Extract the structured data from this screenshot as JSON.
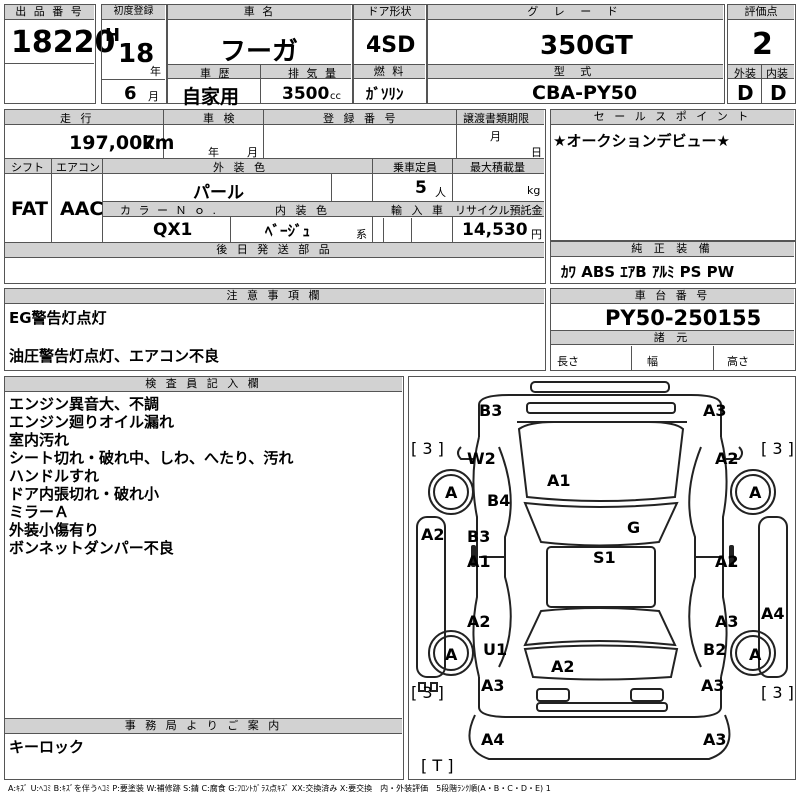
{
  "header": {
    "lot_label": "出 品 番 号",
    "lot_value": "18220",
    "first_reg_label": "初度登録",
    "era": "H",
    "year": "18",
    "year_unit": "年",
    "month": "6",
    "month_unit": "月",
    "name_label": "車 名",
    "name_value": "フーガ",
    "history_label": "車 歴",
    "history_value": "自家用",
    "displacement_label": "排 気 量",
    "displacement_value": "3500",
    "displacement_unit": "cc",
    "doors_label": "ドア形状",
    "doors_value": "4SD",
    "fuel_label": "燃 料",
    "fuel_value": "ｶﾞｿﾘﾝ",
    "grade_label": "グ レ ー ド",
    "grade_value": "350GT",
    "model_label": "型 式",
    "model_value": "CBA-PY50",
    "score_label": "評価点",
    "score_value": "2",
    "ext_label": "外装",
    "ext_value": "D",
    "int_label": "内装",
    "int_value": "D"
  },
  "row2": {
    "mileage_label": "走 行",
    "mileage_value": "197,007",
    "mileage_unit": "km",
    "inspection_label": "車 検",
    "inspection_year_unit": "年",
    "inspection_month_unit": "月",
    "reg_label": "登 録 番 号",
    "transfer_label": "譲渡書類期限",
    "transfer_month_unit": "月",
    "transfer_day_unit": "日",
    "shift_label": "シフト",
    "shift_value": "FAT",
    "ac_label": "エアコン",
    "ac_value": "AAC",
    "color_label": "外 装 色",
    "color_value": "パール",
    "capacity_label": "乗車定員",
    "capacity_value": "5",
    "capacity_unit": "人",
    "load_label": "最大積載量",
    "load_unit": "kg",
    "color_no_label": "カ ラ ー Ｎ ｏ .",
    "color_no_value": "QX1",
    "interior_label": "内 装 色",
    "interior_value": "ﾍﾞｰｼﾞｭ",
    "interior_unit": "系",
    "import_label": "輸 入 車",
    "recycle_label": "リサイクル預託金",
    "recycle_value": "14,530",
    "recycle_unit": "円",
    "later_label": "後 日 発 送 部 品"
  },
  "sales": {
    "label": "セ ー ル ス ポ イ ン ト",
    "text": "★オークションデビュー★"
  },
  "equipment": {
    "label": "純 正 装 備",
    "value": "ｶﾜ ABS ｴｱB ｱﾙﾐ PS PW"
  },
  "notes": {
    "label": "注 意 事 項 欄",
    "line1": "EG警告灯点灯",
    "line2": "油圧警告灯点灯、エアコン不良"
  },
  "chassis": {
    "label": "車 台 番 号",
    "value": "PY50-250155",
    "spec_label": "諸 元",
    "length": "長さ",
    "width": "幅",
    "height": "高さ"
  },
  "inspector": {
    "label": "検 査 員 記 入 欄",
    "lines": [
      "エンジン異音大、不調",
      "エンジン廻りオイル漏れ",
      "室内汚れ",
      "シート切れ・破れ中、しわ、へたり、汚れ",
      "ハンドルすれ",
      "ドア内張切れ・破れ小",
      "ミラーＡ",
      "外装小傷有り",
      "ボンネットダンパー不良"
    ]
  },
  "office": {
    "label": "事 務 局 よ り ご 案 内",
    "text": "キーロック"
  },
  "diagram": {
    "marks": {
      "b3_top": "B3",
      "a3_top": "A3",
      "w2": "W2",
      "a2_fr": "A2",
      "a_fl": "A",
      "a_fr": "A",
      "b4": "B4",
      "a1_hood": "A1",
      "g": "G",
      "a2_left": "A2",
      "b3_left": "B3",
      "a1_left": "A1",
      "s1": "S1",
      "a2_right": "A2",
      "a2_lr": "A2",
      "a3_rr": "A3",
      "a4_right": "A4",
      "a_rl": "A",
      "a_rr": "A",
      "u1": "U1",
      "b2": "B2",
      "a2_trunk": "A2",
      "a3_rl": "A3",
      "a3_rr2": "A3",
      "a4_bottom": "A4",
      "a3_bottom": "A3"
    },
    "tire_fl": "3",
    "tire_fr": "3",
    "tire_rl": "3",
    "tire_rr": "3",
    "spare": "T"
  },
  "legend": "A:ｷｽﾞ U:ﾍｺﾐ B:ｷｽﾞを伴うﾍｺﾐ P:要塗装 W:補修跡 S:錆 C:腐食 G:ﾌﾛﾝﾄｶﾞﾗｽ点ｷｽﾞ XX:交換済み X:要交換　内・外装評価　5段階ﾗﾝｸ順(A・B・C・D・E) 1"
}
